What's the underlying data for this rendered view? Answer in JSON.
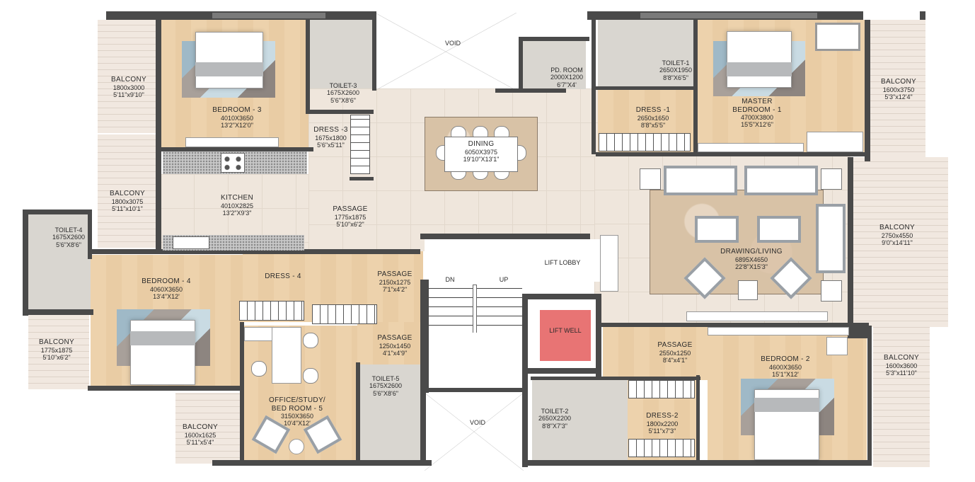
{
  "plan": {
    "colors": {
      "wall": "#4a4a4a",
      "wood_floor": "#edd2ac",
      "tile_floor": "#efe6dc",
      "balcony_deck": "#f1e8e0",
      "toilet_floor": "#d9d6d0",
      "lift_well": "#e87474"
    },
    "rooms": {
      "balcony_nw": {
        "name": "BALCONY",
        "metric": "1800x3000",
        "imperial": "5'11\"x9'10\""
      },
      "balcony_w": {
        "name": "BALCONY",
        "metric": "1800x3075",
        "imperial": "5'11\"x10'1\""
      },
      "bedroom3": {
        "name": "BEDROOM - 3",
        "metric": "4010X3650",
        "imperial": "13'2\"X12'0\""
      },
      "toilet3": {
        "name": "TOILET-3",
        "metric": "1675X2600",
        "imperial": "5'6\"X8'6\""
      },
      "dress3": {
        "name": "DRESS -3",
        "metric": "1675x1800",
        "imperial": "5'6\"x5'11\""
      },
      "kitchen": {
        "name": "KITCHEN",
        "metric": "4010X2825",
        "imperial": "13'2\"X9'3\""
      },
      "passage1": {
        "name": "PASSAGE",
        "metric": "1775x1875",
        "imperial": "5'10\"x6'2\""
      },
      "void_n": {
        "name": "VOID"
      },
      "pdroom": {
        "name": "PD. ROOM",
        "metric": "2000X1200",
        "imperial": "6'7\"X4'"
      },
      "dining": {
        "name": "DINING",
        "metric": "6050X3975",
        "imperial": "19'10\"X13'1\""
      },
      "toilet1": {
        "name": "TOILET-1",
        "metric": "2650X1950",
        "imperial": "8'8\"X6'5\""
      },
      "dress1": {
        "name": "DRESS -1",
        "metric": "2650x1650",
        "imperial": "8'8\"x5'5\""
      },
      "master": {
        "name": "MASTER",
        "name2": "BEDROOM - 1",
        "metric": "4700X3800",
        "imperial": "15'5\"X12'6\""
      },
      "balcony_ne": {
        "name": "BALCONY",
        "metric": "1600x3750",
        "imperial": "5'3\"x12'4\""
      },
      "balcony_e": {
        "name": "BALCONY",
        "metric": "2750x4550",
        "imperial": "9'0\"x14'11\""
      },
      "living": {
        "name": "DRAWING/LIVING",
        "metric": "6895X4650",
        "imperial": "22'8\"X15'3\""
      },
      "toilet4": {
        "name": "TOILET-4",
        "metric": "1675X2600",
        "imperial": "5'6\"X8'6\""
      },
      "bedroom4": {
        "name": "BEDROOM - 4",
        "metric": "4060X3650",
        "imperial": "13'4\"X12'"
      },
      "dress4": {
        "name": "DRESS - 4"
      },
      "passage2": {
        "name": "PASSAGE",
        "metric": "2150x1275",
        "imperial": "7'1\"x4'2\""
      },
      "passage3": {
        "name": "PASSAGE",
        "metric": "1250x1450",
        "imperial": "4'1\"x4'9\""
      },
      "balcony_sw": {
        "name": "BALCONY",
        "metric": "1775x1875",
        "imperial": "5'10\"x6'2\""
      },
      "balcony_s": {
        "name": "BALCONY",
        "metric": "1600x1625",
        "imperial": "5'11\"x5'4\""
      },
      "office": {
        "name": "OFFICE/STUDY/",
        "name2": "BED ROOM - 5",
        "metric": "3150X3650",
        "imperial": "10'4\"X12'"
      },
      "toilet5": {
        "name": "TOILET-5",
        "metric": "1675X2600",
        "imperial": "5'6\"X8'6\""
      },
      "lift_lobby": {
        "name": "LIFT LOBBY"
      },
      "stair_dn": {
        "name": "DN"
      },
      "stair_up": {
        "name": "UP"
      },
      "lift_well": {
        "name": "LIFT WELL"
      },
      "void_s": {
        "name": "VOID"
      },
      "passage4": {
        "name": "PASSAGE",
        "metric": "2550x1250",
        "imperial": "8'4\"x4'1\""
      },
      "toilet2": {
        "name": "TOILET-2",
        "metric": "2650X2200",
        "imperial": "8'8\"X7'3\""
      },
      "dress2": {
        "name": "DRESS-2",
        "metric": "1800x2200",
        "imperial": "5'11\"x7'3\""
      },
      "bedroom2": {
        "name": "BEDROOM - 2",
        "metric": "4600X3650",
        "imperial": "15'1\"X12'"
      },
      "balcony_se": {
        "name": "BALCONY",
        "metric": "1600x3600",
        "imperial": "5'3\"x11'10\""
      }
    }
  }
}
